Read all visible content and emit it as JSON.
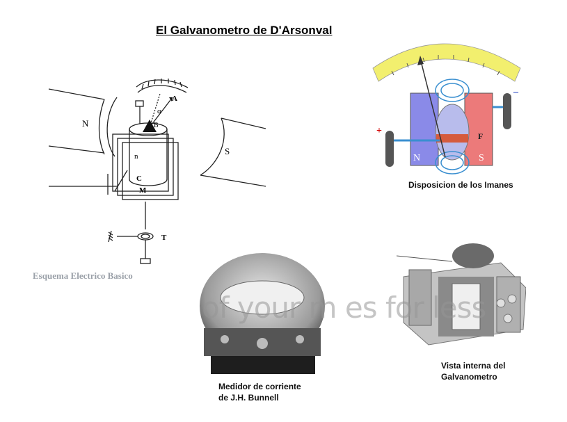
{
  "title": "El Galvanometro de D'Arsonval",
  "schematic": {
    "labels": {
      "north": "N",
      "south": "S",
      "a": "A",
      "alpha": "α",
      "b": "B",
      "n": "n",
      "c": "C",
      "m": "M",
      "t": "T"
    },
    "caption": "Esquema Electrico Basico"
  },
  "magnets_panel": {
    "labels": {
      "north": "N",
      "south": "S",
      "plus": "+",
      "minus": "–",
      "force": "F"
    },
    "caption": "Disposicion de los Imanes",
    "colors": {
      "scale": "#f2ef6e",
      "north": "#8a8ae8",
      "south": "#ec7a7a",
      "rotor": "#b8bcec",
      "coil": "#d94a1e",
      "field_lines": "#3a8fd0"
    }
  },
  "photo_bunnell": {
    "caption_line1": "Medidor de corriente",
    "caption_line2": "de J.H. Bunnell"
  },
  "photo_internal": {
    "caption_line1": "Vista interna del",
    "caption_line2": "Galvanometro"
  },
  "watermark": "of your m        es for less"
}
